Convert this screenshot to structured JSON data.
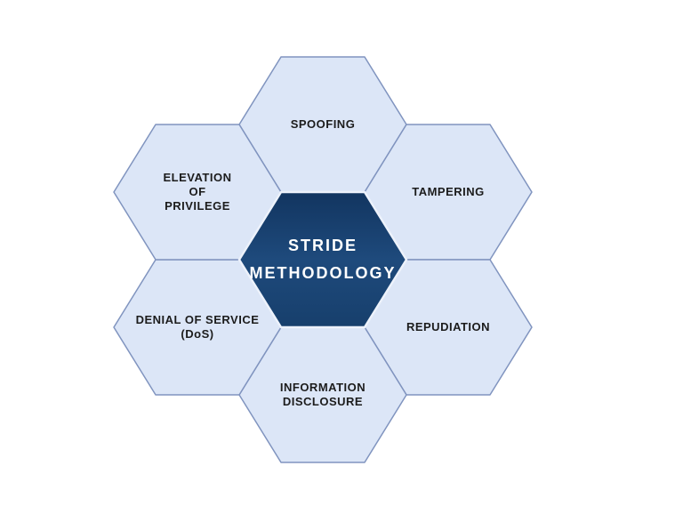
{
  "page": {
    "background": "#ffffff"
  },
  "diagram": {
    "name": "STRIDE methodology hexagon diagram",
    "center": {
      "id": "stride-methodology",
      "lines": [
        "STRIDE",
        "METHODOLOGY"
      ]
    },
    "cells": [
      {
        "id": "spoofing",
        "position": "n",
        "lines": [
          "SPOOFING"
        ]
      },
      {
        "id": "tampering",
        "position": "ne",
        "lines": [
          "TAMPERING"
        ]
      },
      {
        "id": "repudiation",
        "position": "se",
        "lines": [
          "REPUDIATION"
        ]
      },
      {
        "id": "information-disclosure",
        "position": "s",
        "lines": [
          "INFORMATION",
          "DISCLOSURE"
        ]
      },
      {
        "id": "denial-of-service",
        "position": "sw",
        "lines": [
          "DENIAL OF SERVICE",
          "(DoS)"
        ]
      },
      {
        "id": "elevation-of-privilege",
        "position": "nw",
        "lines": [
          "ELEVATION",
          "OF",
          "PRIVILEGE"
        ]
      }
    ],
    "colors": {
      "outer_fill": "#dce6f7",
      "outer_stroke": "#8094bf",
      "center_gradient_top": "#123560",
      "center_gradient_mid": "#1e4a7c",
      "center_gradient_bottom": "#173f6c",
      "center_halo": "#edf2fb",
      "center_text": "#ffffff",
      "label_text": "#1c1c1c"
    }
  }
}
